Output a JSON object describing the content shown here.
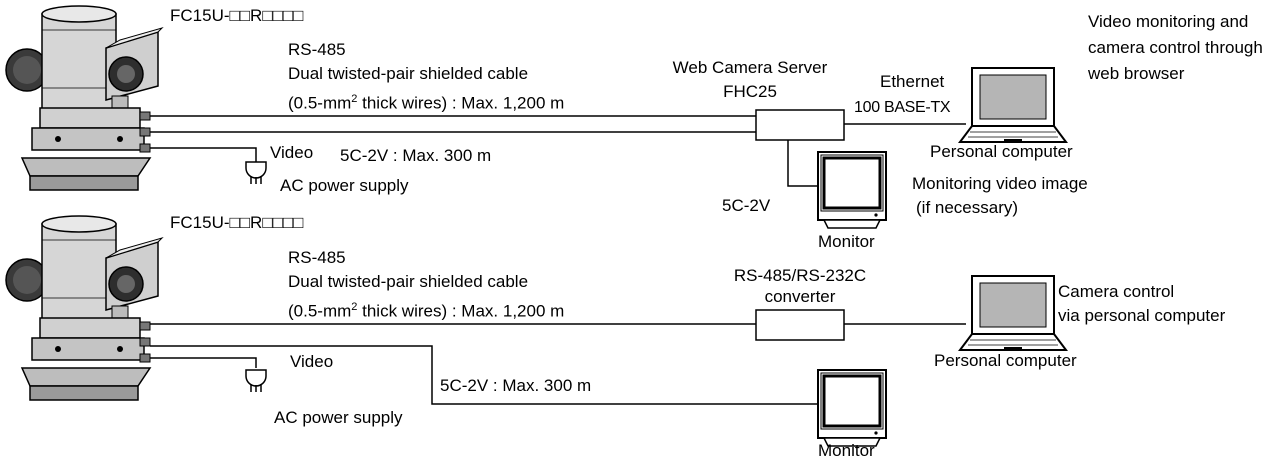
{
  "system1": {
    "camera_model": "FC15U-□□R□□□□",
    "rs485": "RS-485",
    "cable_line1": "Dual twisted-pair shielded cable",
    "cable_line2_prefix": "(0.5-mm",
    "cable_line2_sup": "2",
    "cable_line2_suffix": " thick wires) : Max. 1,200 m",
    "video": "Video",
    "video_cable": "5C-2V : Max. 300 m",
    "ac_power": "AC power supply",
    "server_line1": "Web Camera Server",
    "server_line2": "FHC25",
    "ethernet_line1": "Ethernet",
    "ethernet_line2": "100 BASE-TX",
    "pc_desc_line1": "Video monitoring and",
    "pc_desc_line2": "camera control through",
    "pc_desc_line3": "web browser",
    "pc_label": "Personal computer",
    "monitor_cable": "5C-2V",
    "monitor_desc_line1": "Monitoring video image",
    "monitor_desc_line2": "(if necessary)",
    "monitor_label": "Monitor"
  },
  "system2": {
    "camera_model": "FC15U-□□R□□□□",
    "rs485": "RS-485",
    "cable_line1": "Dual twisted-pair shielded cable",
    "cable_line2_prefix": "(0.5-mm",
    "cable_line2_sup": "2",
    "cable_line2_suffix": " thick wires) : Max. 1,200 m",
    "converter_line1": "RS-485/RS-232C",
    "converter_line2": "converter",
    "pc_desc_line1": "Camera control",
    "pc_desc_line2": "via personal computer",
    "pc_label": "Personal computer",
    "video": "Video",
    "video_cable": "5C-2V : Max. 300 m",
    "ac_power": "AC power supply",
    "monitor_label": "Monitor"
  }
}
